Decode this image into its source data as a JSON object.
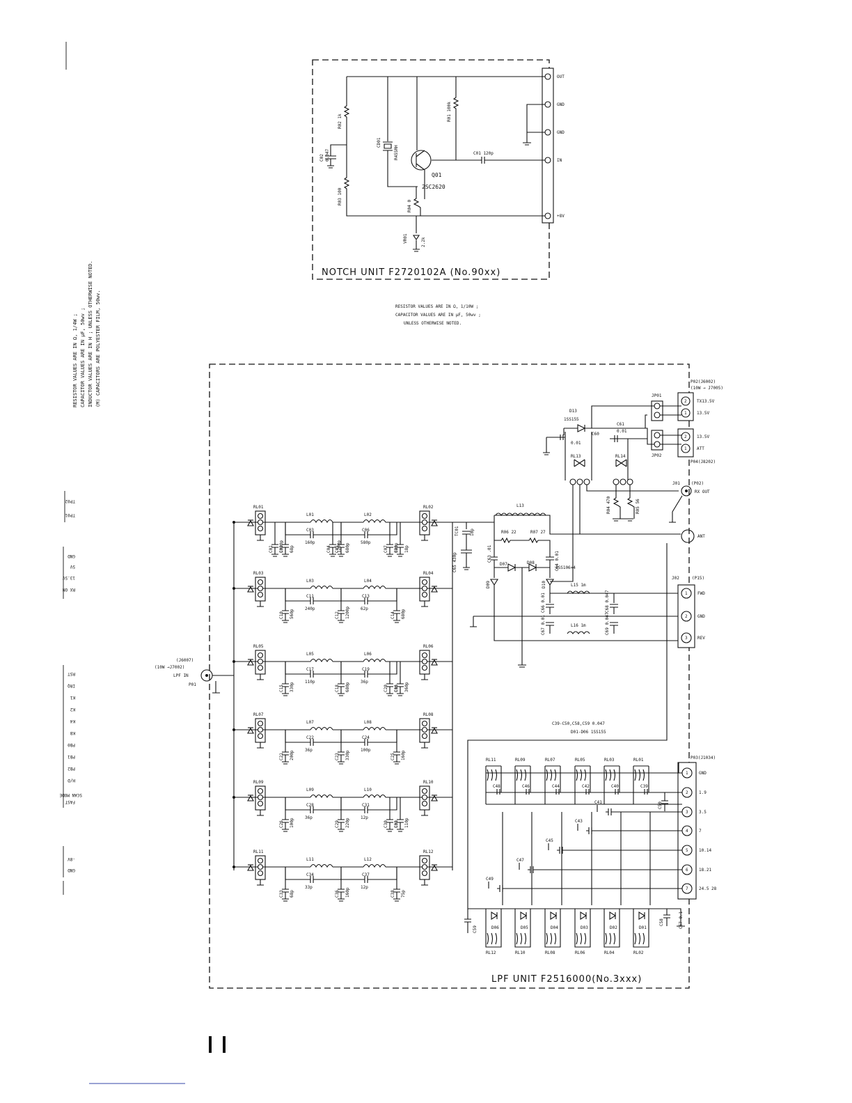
{
  "notch_unit": {
    "title": "NOTCH UNIT F2720102A (No.90xx)",
    "terminals": [
      "OUT",
      "GND",
      "GND",
      "IN",
      "+8V"
    ],
    "transistor_ref": "Q01",
    "transistor_part": "2SC2620",
    "crystal_ref": "CD01",
    "crystal_part": "R455RH",
    "r01": "R01 100k",
    "r02": "R02 1k",
    "r03": "R03 100",
    "r04": "R04 0",
    "c01": "C01 120p",
    "c02_ref": "C02",
    "c02_val": "0.047",
    "vr01": "VR01",
    "vr01_val": "2.2k",
    "note": [
      "RESISTOR VALUES ARE IN Ω, 1/10W ;",
      "CAPACITOR VALUES ARE IN μF, 50wv ;",
      "UNLESS OTHERWISE NOTED."
    ]
  },
  "side_note": [
    "RESISTOR VALUES ARE IN Ω, 1/4W ;",
    "CAPACITOR VALUES ARE IN μF, 50wv ;",
    "INDUCTOR VALUES ARE IN H ; UNLESS OTHERWISE NOTED.",
    "(M) CAPACITORS ARE POLYESTER FILM, 50wv."
  ],
  "left_margin_labels": [
    "TP02",
    "TP01",
    "GND",
    "5V",
    "13.5V",
    "RX ON",
    "RST",
    "IRQ",
    "K1",
    "K2",
    "K4",
    "K8",
    "PB0",
    "PB1",
    "PB2",
    "H/D",
    "SCAN MODE",
    "FAST",
    "-8V",
    "GND"
  ],
  "lpf_unit": {
    "title": "LPF UNIT F2516000(No.3xxx)",
    "input_connector": "(J6007)",
    "input_connector2": "(10W →J7002)",
    "input_label": "LPF IN",
    "input_ref": "P01",
    "p02": "P02(J6002)",
    "p02_sub": "(10W → J7005)",
    "p02_pins": [
      "TX13.5V",
      "13.5V"
    ],
    "p04": "P04(J8202)",
    "p04_pins": [
      "13.5V",
      "ATT"
    ],
    "jp01": "JP01",
    "jp02": "JP02",
    "d13": "D13",
    "d13_part": "1SS155",
    "c60": "C60",
    "c60_val": "0.01",
    "c61": "C61",
    "c61_val": "0.01",
    "rl13": "RL13",
    "rl14": "RL14",
    "j01": "J01",
    "j01_ref": "(P02)",
    "rx_out": "RX OUT",
    "ant": "ANT",
    "r04": "R04 470",
    "r05": "R05 56",
    "l13": "L13",
    "r06": "R06 22",
    "r07": "R07 27",
    "tc01": "TC01",
    "tc01_val": "10p",
    "c65": "C65 430p",
    "c63": "C63 .01",
    "c64": "C64 0.01",
    "d07": "D07",
    "d08": "D08",
    "d09": "D09",
    "d10": "D10",
    "diode_part": "1SS106×4",
    "l15": "L15 1m",
    "l16": "L16 1m",
    "c66": "C66 0.01",
    "c67": "C67 0.01",
    "c68": "C68 0.047",
    "c69": "C69 0.047",
    "j02": "J02",
    "j02_ref": "(P15)",
    "j02_pins": [
      "FWD",
      "GND",
      "REV"
    ],
    "note1": "C39-C50,C58,C59 0.047",
    "note2": "D01-D06 1SS155",
    "p03": "P03(J1034)",
    "p03_pins": [
      {
        "num": "1",
        "label": "GND"
      },
      {
        "num": "2",
        "label": "1.9"
      },
      {
        "num": "3",
        "label": "3.5"
      },
      {
        "num": "4",
        "label": "7"
      },
      {
        "num": "5",
        "label": "10.14"
      },
      {
        "num": "6",
        "label": "18.21"
      },
      {
        "num": "7",
        "label": "24.5 28"
      }
    ],
    "filters": [
      {
        "rl_l": "RL01",
        "rl_r": "RL02",
        "l_a": "L01",
        "l_b": "L02",
        "ct": [
          "C03 160p",
          "C06 580p"
        ],
        "cb": [
          "C01 1000p",
          "C02 68p",
          "C04 1200p",
          "C05 680p",
          "C07 820p",
          "C08 18p"
        ]
      },
      {
        "rl_l": "RL03",
        "rl_r": "RL04",
        "l_a": "L03",
        "l_b": "L04",
        "ct": [
          "C11 240p",
          "C13 62p"
        ],
        "cb": [
          "C10 560p",
          "C12 1200p",
          "C14 680p"
        ]
      },
      {
        "rl_l": "RL05",
        "rl_r": "RL06",
        "l_a": "L05",
        "l_b": "L06",
        "ct": [
          "C17 110p",
          "C19 36p"
        ],
        "cb": [
          "C15 330p",
          "C18 680p",
          "C20 10p",
          "C16 360p"
        ]
      },
      {
        "rl_l": "RL07",
        "rl_r": "RL08",
        "l_a": "L07",
        "l_b": "L08",
        "ct": [
          "C22 36p",
          "C24 100p"
        ],
        "cb": [
          "C21 200p",
          "C23 330p",
          "C25 160p"
        ]
      },
      {
        "rl_l": "RL09",
        "rl_r": "RL10",
        "l_a": "L09",
        "l_b": "L10",
        "ct": [
          "C28 36p",
          "C31 12p"
        ],
        "cb": [
          "C26 100p",
          "C29 220p",
          "C30 10p",
          "C32 110p"
        ]
      },
      {
        "rl_l": "RL11",
        "rl_r": "RL12",
        "l_a": "L11",
        "l_b": "L12",
        "ct": [
          "C34 33p",
          "C37 12p"
        ],
        "cb": [
          "C33 68p",
          "C36 160p",
          "C38 75p"
        ]
      }
    ],
    "top_relays": [
      "RL11",
      "RL09",
      "RL07",
      "RL05",
      "RL03",
      "RL01"
    ],
    "top_caps": [
      "C48",
      "C46",
      "C44",
      "C42",
      "C40",
      "C39"
    ],
    "mid_caps": [
      "C41",
      "C43",
      "C45",
      "C47",
      "C49"
    ],
    "c50": "C50",
    "bottom_relays": [
      "RL12",
      "RL10",
      "RL08",
      "RL06",
      "RL04",
      "RL02"
    ],
    "bottom_diodes": [
      "D06",
      "D05",
      "D04",
      "D03",
      "D02",
      "D01"
    ],
    "c58": "C58",
    "c59": "C59",
    "c57": "C57 0.1"
  }
}
